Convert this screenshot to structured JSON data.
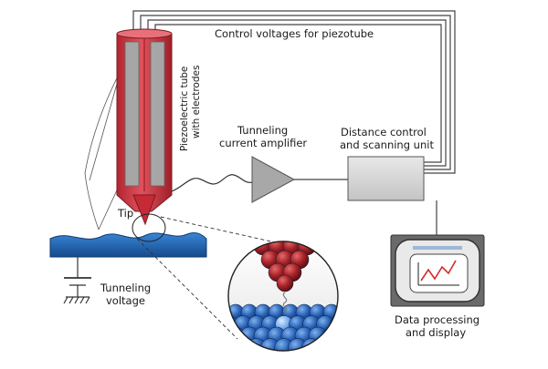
{
  "labels": {
    "control_voltages": "Control voltages for piezotube",
    "piezo_tube_line1": "Piezoelectric tube",
    "piezo_tube_line2": "with electrodes",
    "amplifier_line1": "Tunneling",
    "amplifier_line2": "current amplifier",
    "distance_control_line1": "Distance control",
    "distance_control_line2": "and scanning unit",
    "tip": "Tip",
    "tunneling_voltage_line1": "Tunneling",
    "tunneling_voltage_line2": "voltage",
    "data_processing_line1": "Data processing",
    "data_processing_line2": "and display"
  },
  "colors": {
    "piezo_tube": "#d4313d",
    "piezo_tube_dark": "#9e1f2a",
    "electrode": "#9a9a9a",
    "sample_surface": "#1f5fa8",
    "tip_atoms": "#8e1d20",
    "sample_atoms": "#2a63b8",
    "amplifier": "#a9a9a9",
    "control_box": "#d9d9d9",
    "monitor_frame": "#5a5a5a",
    "graph_line": "#d42a2a"
  },
  "icons": {
    "ground": "ground-symbol-icon",
    "amplifier": "triangle-amplifier-icon",
    "graph": "line-graph-icon"
  }
}
